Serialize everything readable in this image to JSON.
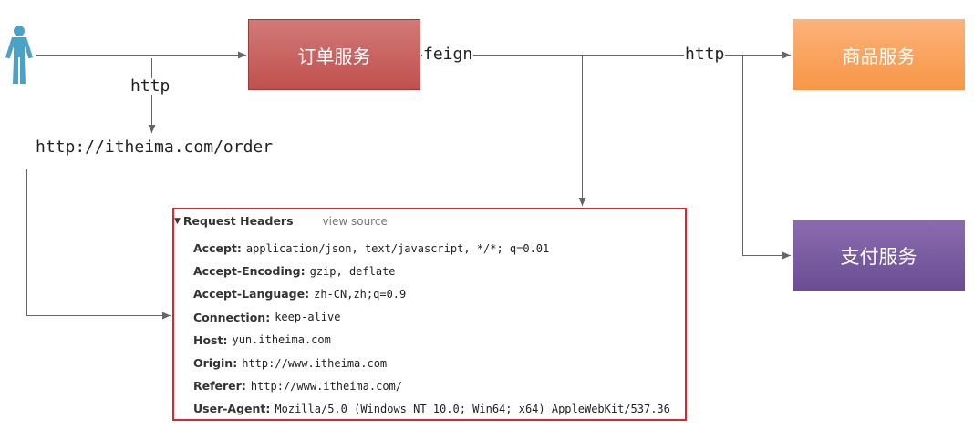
{
  "services": {
    "order": "订单服务",
    "goods": "商品服务",
    "payment": "支付服务"
  },
  "labels": {
    "http_user": "http",
    "feign": "feign",
    "http_services": "http",
    "url": "http://itheima.com/order"
  },
  "request_panel": {
    "title": "Request Headers",
    "view_source": "view source",
    "headers": [
      {
        "name": "Accept:",
        "value": "application/json, text/javascript, */*; q=0.01"
      },
      {
        "name": "Accept-Encoding:",
        "value": "gzip, deflate"
      },
      {
        "name": "Accept-Language:",
        "value": "zh-CN,zh;q=0.9"
      },
      {
        "name": "Connection:",
        "value": "keep-alive"
      },
      {
        "name": "Host:",
        "value": "yun.itheima.com"
      },
      {
        "name": "Origin:",
        "value": "http://www.itheima.com"
      },
      {
        "name": "Referer:",
        "value": "http://www.itheima.com/"
      },
      {
        "name": "User-Agent:",
        "value": "Mozilla/5.0 (Windows NT 10.0; Win64; x64) AppleWebKit/537.36"
      }
    ]
  },
  "icons": {
    "user": "person-icon",
    "collapse": "triangle-down-icon"
  },
  "colors": {
    "order_box": "#c0504d",
    "goods_box": "#f79646",
    "payment_box": "#6a4c93",
    "panel_border": "#e0242b",
    "connector": "#666666",
    "person": "#4aa3c6"
  }
}
